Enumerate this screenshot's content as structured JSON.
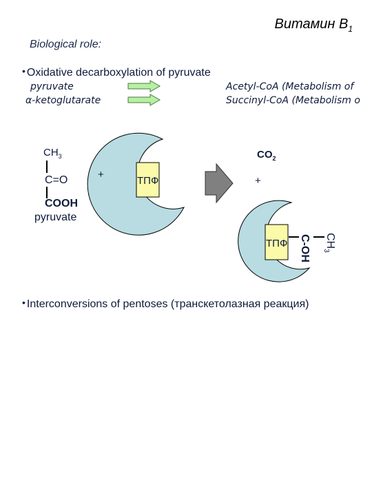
{
  "header": {
    "title": "Витамин B",
    "title_sub": "1",
    "subtitle": "Biological role:"
  },
  "section1": {
    "bullet": "•",
    "heading": "Oxidative decarboxylation of pyruvate",
    "rows": [
      {
        "left": "pyruvate",
        "right": "Acetyl-CoA (Metabolism of"
      },
      {
        "left": "α-ketoglutarate",
        "right": "Succinyl-CoA (Metabolism o"
      }
    ]
  },
  "scheme": {
    "ch": "CH",
    "ch_sub": "3",
    "co": "C=O",
    "cooh": "COOH",
    "pyruvate_label": "pyruvate",
    "plus": "+",
    "tpf": "ТПФ",
    "co2": "CO",
    "co2_sub": "2",
    "product_coh": "C-OH",
    "product_ch": "CH",
    "product_ch_sub": "3"
  },
  "section2": {
    "bullet": "•",
    "heading": "Interconversions of pentoses (транскетолазная реакция)"
  },
  "colors": {
    "crescent": "#b8dce2",
    "tpf_box": "#fafaa8",
    "arrow_green": "#b6f0a0",
    "arrow_gray": "#808080",
    "text_dark": "#0d1a3a"
  }
}
